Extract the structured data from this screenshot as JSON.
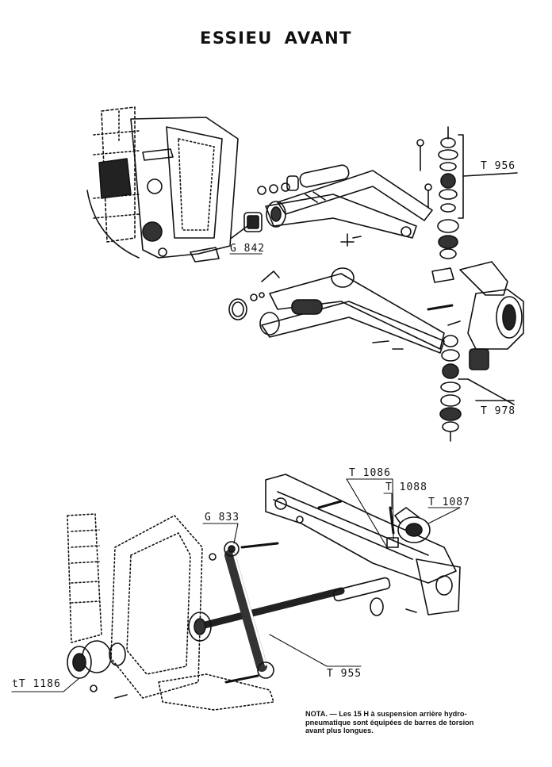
{
  "page": {
    "title": "ESSIEU AVANT"
  },
  "labels": {
    "t956": "T 956",
    "g842": "G 842",
    "t978": "T 978",
    "t1086": "T 1086",
    "t1088": "T 1088",
    "t1087": "T 1087",
    "g833": "G 833",
    "t955": "T 955",
    "tt1186": "tT 1186"
  },
  "note": {
    "text": "NOTA. — Les 15 H à suspension arrière hydro-pneumatique sont équipées de barres de torsion avant plus longues."
  },
  "colors": {
    "ink": "#111111",
    "paper": "#ffffff"
  }
}
